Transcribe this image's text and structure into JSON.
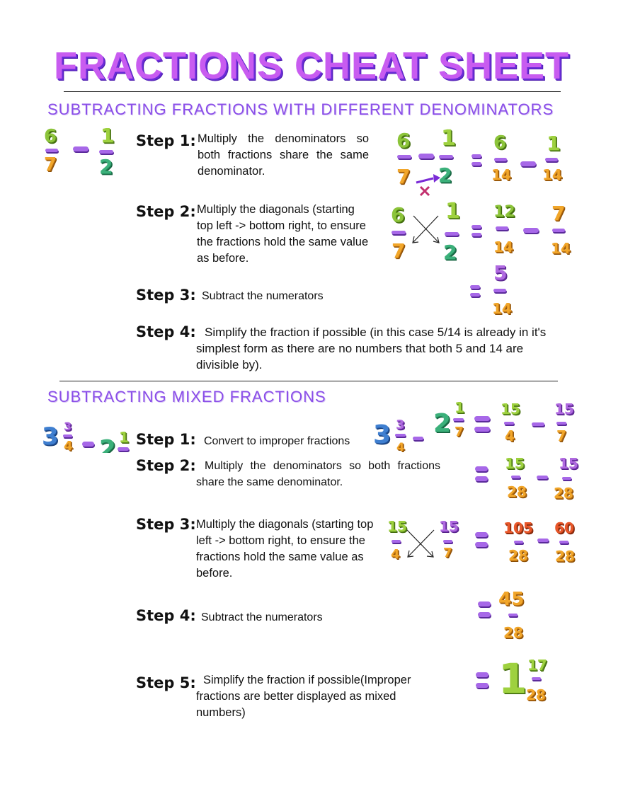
{
  "title": "FRACTIONS CHEAT SHEET",
  "section1": {
    "heading": "SUBTRACTING FRACTIONS WITH DIFFERENT DENOMINATORS",
    "steps": [
      {
        "label": "Step 1:",
        "text": "Multiply the denominators so both fractions share the same denominator."
      },
      {
        "label": "Step 2:",
        "text": "Multiply the diagonals (starting top left -> bottom right, to ensure the fractions hold the same value as before."
      },
      {
        "label": "Step 3:",
        "text": "Subtract the numerators"
      },
      {
        "label": "Step 4:",
        "text": "Simplify the fraction if possible (in this case 5/14 is already in it's simplest form as there are no numbers that both 5 and 14 are divisible by)."
      }
    ],
    "problem": {
      "a_num": "6",
      "a_den": "7",
      "b_num": "1",
      "b_den": "2"
    },
    "step1_result": {
      "a_num": "6",
      "a_den": "14",
      "b_num": "1",
      "b_den": "14"
    },
    "step2_result": {
      "a_num": "12",
      "a_den": "14",
      "b_num": "7",
      "b_den": "14"
    },
    "step3_result": {
      "num": "5",
      "den": "14"
    }
  },
  "section2": {
    "heading": "SUBTRACTING MIXED FRACTIONS",
    "steps": [
      {
        "label": "Step 1:",
        "text": "Convert to improper fractions"
      },
      {
        "label": "Step 2:",
        "text": "Multiply the denominators so both fractions share the same denominator."
      },
      {
        "label": "Step 3:",
        "text": "Multiply the diagonals (starting top left -> bottom right, to ensure the fractions hold the same value as before."
      },
      {
        "label": "Step 4:",
        "text": "Subtract the numerators"
      },
      {
        "label": "Step 5:",
        "text": "Simplify the fraction if possible(Improper fractions are better displayed as mixed numbers)"
      }
    ],
    "problem": {
      "a_whole": "3",
      "a_num": "3",
      "a_den": "4",
      "b_whole": "2",
      "b_num": "1",
      "b_den": "7"
    },
    "step1_result": {
      "a_num": "15",
      "a_den": "4",
      "b_num": "15",
      "b_den": "7"
    },
    "step2_result": {
      "a_num": "15",
      "a_den": "28",
      "b_num": "15",
      "b_den": "28"
    },
    "step3_left": {
      "a_num": "15",
      "a_den": "4",
      "b_num": "15",
      "b_den": "7"
    },
    "step3_result": {
      "a_num": "105",
      "a_den": "28",
      "b_num": "60",
      "b_den": "28"
    },
    "step4_result": {
      "num": "45",
      "den": "28"
    },
    "step5_result": {
      "whole": "1",
      "num": "17",
      "den": "28"
    }
  }
}
